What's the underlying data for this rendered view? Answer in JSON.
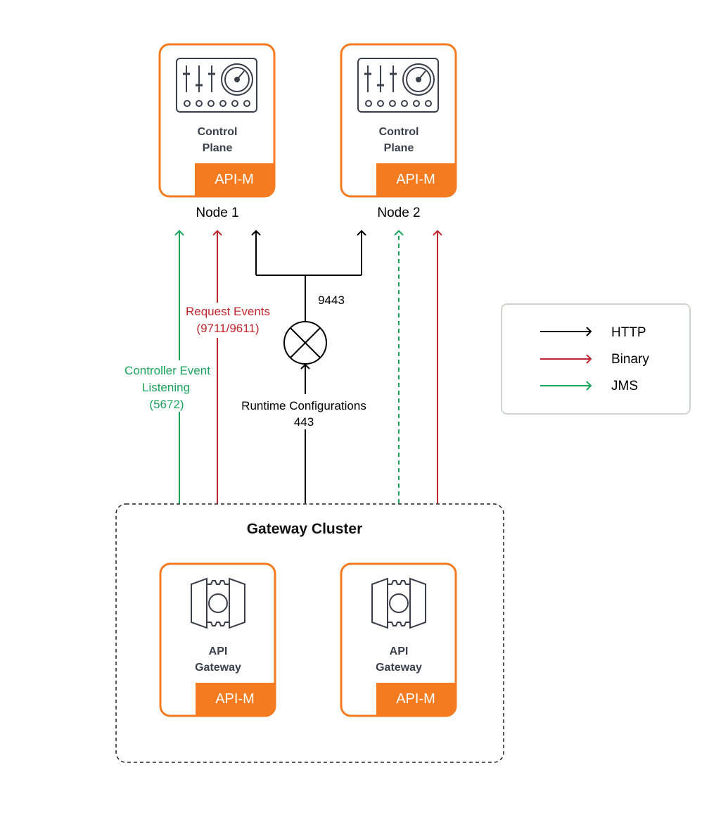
{
  "colors": {
    "orange": "#f47b20",
    "http": "#000000",
    "binary": "#c0262e",
    "jms": "#1aa45a",
    "icon": "#3a3f4b",
    "legend_border": "#d0d4d0",
    "cluster_border": "#222222"
  },
  "icons": {
    "control_plane": "mixer-gauge-icon",
    "api_gateway": "gateway-gear-icon"
  },
  "control_planes": [
    {
      "title_line1": "Control",
      "title_line2": "Plane",
      "badge": "API-M",
      "node_label": "Node 1"
    },
    {
      "title_line1": "Control",
      "title_line2": "Plane",
      "badge": "API-M",
      "node_label": "Node 2"
    }
  ],
  "gateways": [
    {
      "title_line1": "API",
      "title_line2": "Gateway",
      "badge": "API-M"
    },
    {
      "title_line1": "API",
      "title_line2": "Gateway",
      "badge": "API-M"
    }
  ],
  "cluster": {
    "title": "Gateway Cluster"
  },
  "flows": {
    "jms_label_line1": "Controller Event",
    "jms_label_line2": "Listening",
    "jms_label_line3": "(5672)",
    "binary_label_line1": "Request Events",
    "binary_label_line2": "(9711/9611)",
    "http_port": "9443",
    "runtime_label_line1": "Runtime Configurations",
    "runtime_label_line2": "443"
  },
  "legend": {
    "items": [
      {
        "label": "HTTP",
        "type": "http"
      },
      {
        "label": "Binary",
        "type": "binary"
      },
      {
        "label": "JMS",
        "type": "jms"
      }
    ]
  }
}
